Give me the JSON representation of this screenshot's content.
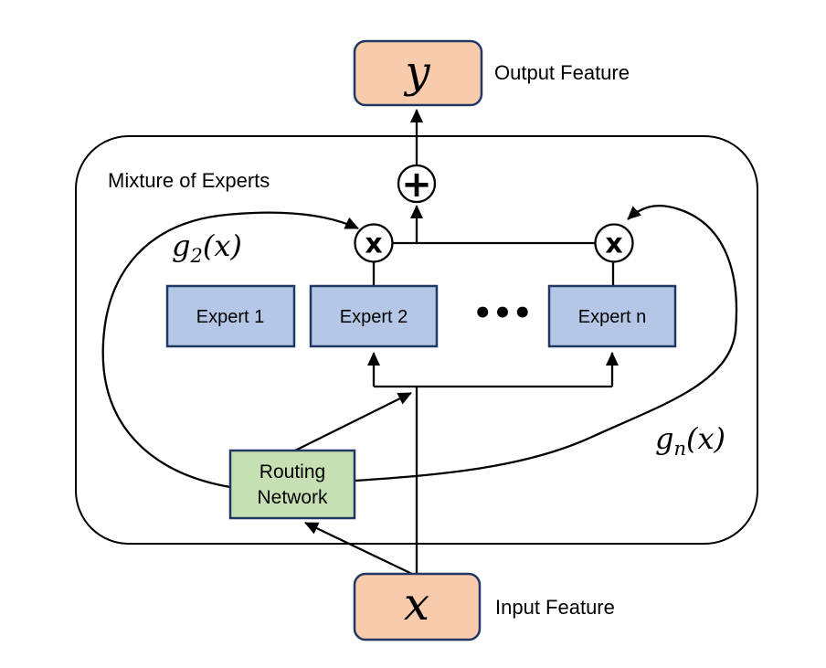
{
  "diagram": {
    "container_title": "Mixture of Experts",
    "output": {
      "symbol": "y",
      "caption": "Output Feature"
    },
    "input": {
      "symbol": "x",
      "caption": "Input Feature"
    },
    "experts": [
      {
        "label": "Expert 1"
      },
      {
        "label": "Expert 2"
      },
      {
        "label": "Expert n"
      }
    ],
    "ellipsis": "•••",
    "routing": {
      "line1": "Routing",
      "line2": "Network"
    },
    "operators": {
      "sum": "+",
      "product": "x"
    },
    "gates": {
      "g2": {
        "base": "g",
        "sub": "2",
        "args": "(x)"
      },
      "gn": {
        "base": "g",
        "sub": "n",
        "args": "(x)"
      }
    },
    "colors": {
      "feature_fill": "#F8CBAD",
      "expert_fill": "#B4C7E7",
      "routing_fill": "#C6E0B4",
      "box_border": "#1F3864",
      "node_fill": "#FFFFFF",
      "stroke": "#000000"
    }
  }
}
